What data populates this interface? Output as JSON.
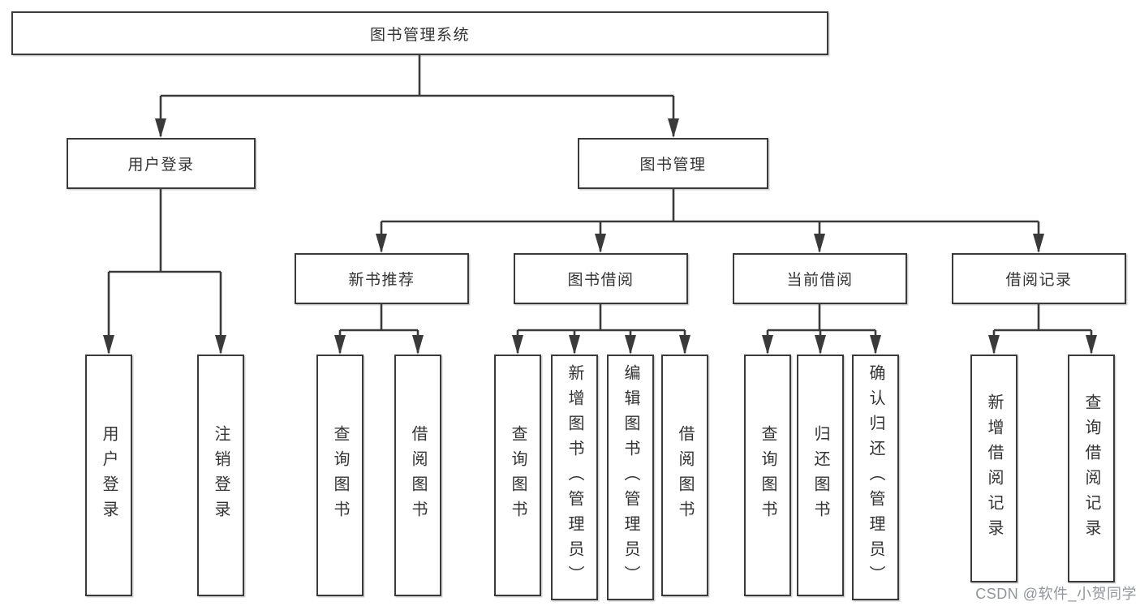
{
  "root": {
    "label": "图书管理系统"
  },
  "branches": {
    "user_login": {
      "label": "用户登录",
      "leaves": [
        {
          "label": "用户登录"
        },
        {
          "label": "注销登录"
        }
      ]
    },
    "book_mgmt": {
      "label": "图书管理",
      "groups": [
        {
          "label": "新书推荐",
          "leaves": [
            {
              "label": "查询图书"
            },
            {
              "label": "借阅图书"
            }
          ]
        },
        {
          "label": "图书借阅",
          "leaves": [
            {
              "label": "查询图书"
            },
            {
              "label": "新增图书（管理员）"
            },
            {
              "label": "编辑图书（管理员）"
            },
            {
              "label": "借阅图书"
            }
          ]
        },
        {
          "label": "当前借阅",
          "leaves": [
            {
              "label": "查询图书"
            },
            {
              "label": "归还图书"
            },
            {
              "label": "确认归还（管理员）"
            }
          ]
        },
        {
          "label": "借阅记录",
          "leaves": [
            {
              "label": "新增借阅记录"
            },
            {
              "label": "查询借阅记录"
            }
          ]
        }
      ]
    }
  },
  "watermark": {
    "text": "CSDN @软件_小贺同学"
  },
  "colors": {
    "line": "#3a3a3a",
    "box_border": "#3a3a3a",
    "text": "#333333",
    "watermark": "#8e959b",
    "background": "#ffffff"
  }
}
